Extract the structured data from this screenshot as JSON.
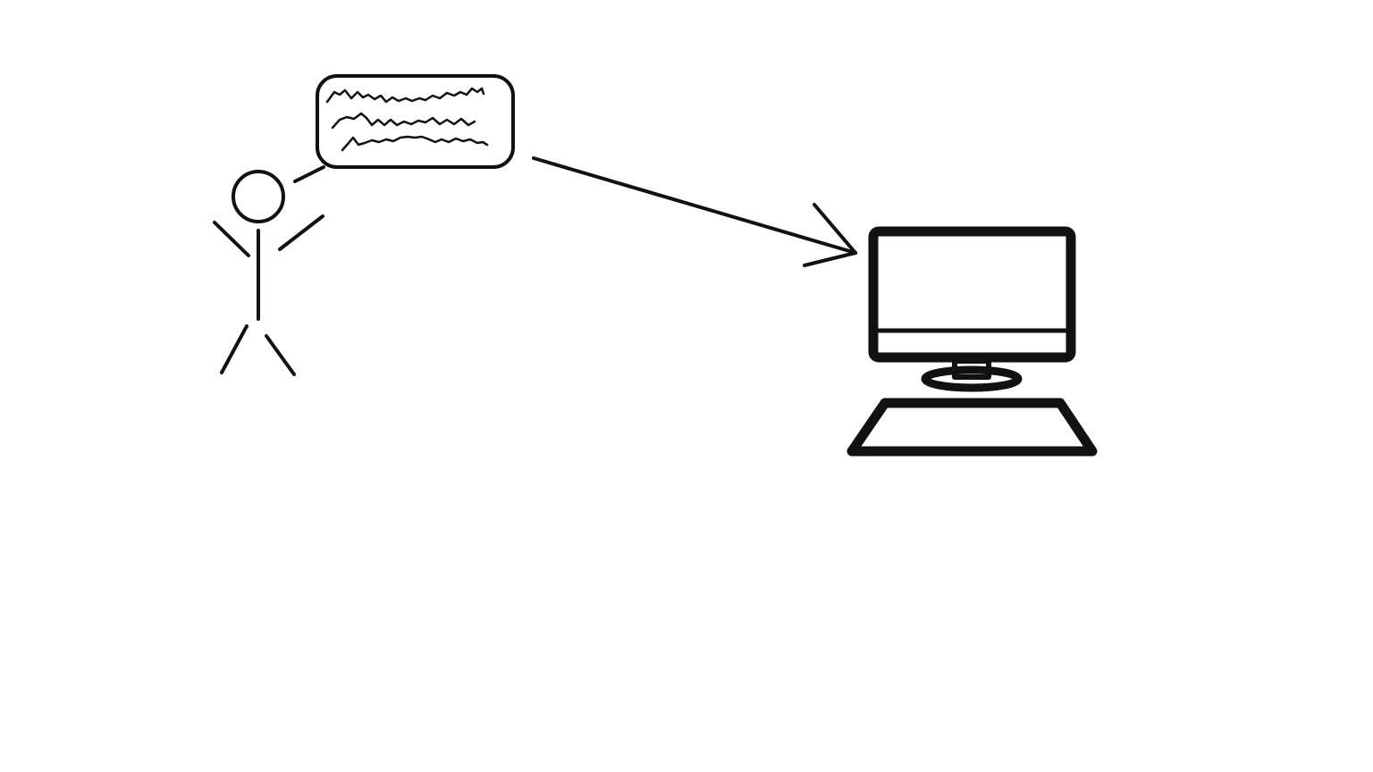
{
  "diagram": {
    "nodes": [
      {
        "id": "person",
        "icon": "stick-figure-icon"
      },
      {
        "id": "speech",
        "icon": "speech-bubble-icon"
      },
      {
        "id": "computer",
        "icon": "desktop-computer-icon"
      }
    ],
    "edges": [
      {
        "from": "speech",
        "to": "computer",
        "style": "arrow"
      }
    ],
    "colors": {
      "ink": "#111111",
      "background": "#ffffff"
    }
  }
}
